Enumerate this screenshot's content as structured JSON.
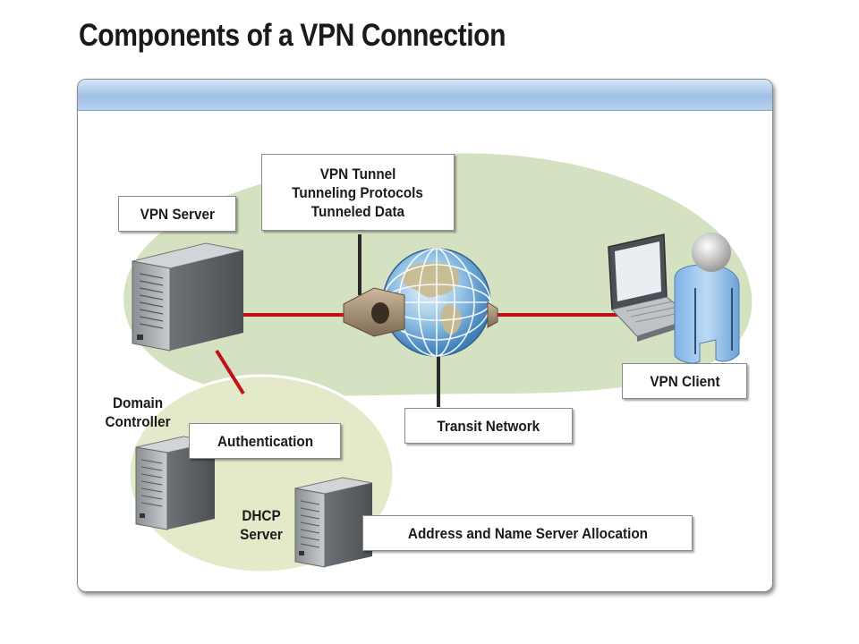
{
  "title": "Components of a VPN Connection",
  "labels": {
    "vpn_server": "VPN Server",
    "tunnel": [
      "VPN Tunnel",
      "Tunneling Protocols",
      "Tunneled Data"
    ],
    "vpn_client": "VPN Client",
    "transit_network": "Transit Network",
    "authentication": "Authentication",
    "address_allocation": "Address and Name Server Allocation",
    "domain_controller": [
      "Domain",
      "Controller"
    ],
    "dhcp_server": [
      "DHCP",
      "Server"
    ]
  },
  "colors": {
    "link": "#c0101a",
    "region_large": "#d4e2c2",
    "region_small": "#e3e9c9",
    "panel_bar": "#9ec0e4"
  },
  "icons": [
    "server-icon",
    "domain-controller-icon",
    "dhcp-server-icon",
    "globe-icon",
    "laptop-icon",
    "user-icon",
    "tunnel-connector-icon"
  ]
}
